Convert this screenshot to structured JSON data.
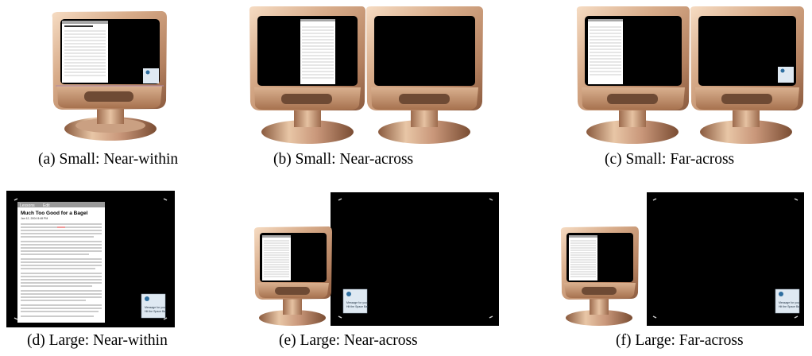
{
  "panels": [
    {
      "id": "a",
      "caption": "(a) Small: Near-within"
    },
    {
      "id": "b",
      "caption": "(b) Small: Near-across"
    },
    {
      "id": "c",
      "caption": "(c) Small: Far-across"
    },
    {
      "id": "d",
      "caption": "(d) Large: Near-within"
    },
    {
      "id": "e",
      "caption": "(e) Large: Near-across"
    },
    {
      "id": "f",
      "caption": "(f) Large: Far-across"
    }
  ],
  "document_window": {
    "menu": [
      "Lessons",
      "Edit"
    ],
    "headline": "Much Too Good for a Bagel",
    "dateline": "Jan 12, 2004 8:48 PM"
  },
  "notification": {
    "line1": "Message for you",
    "line2": "Hit the Space Bar"
  },
  "colors": {
    "bezel": "#c99f7f",
    "screen": "#000000",
    "notification_bg": "#dfe9f2"
  }
}
